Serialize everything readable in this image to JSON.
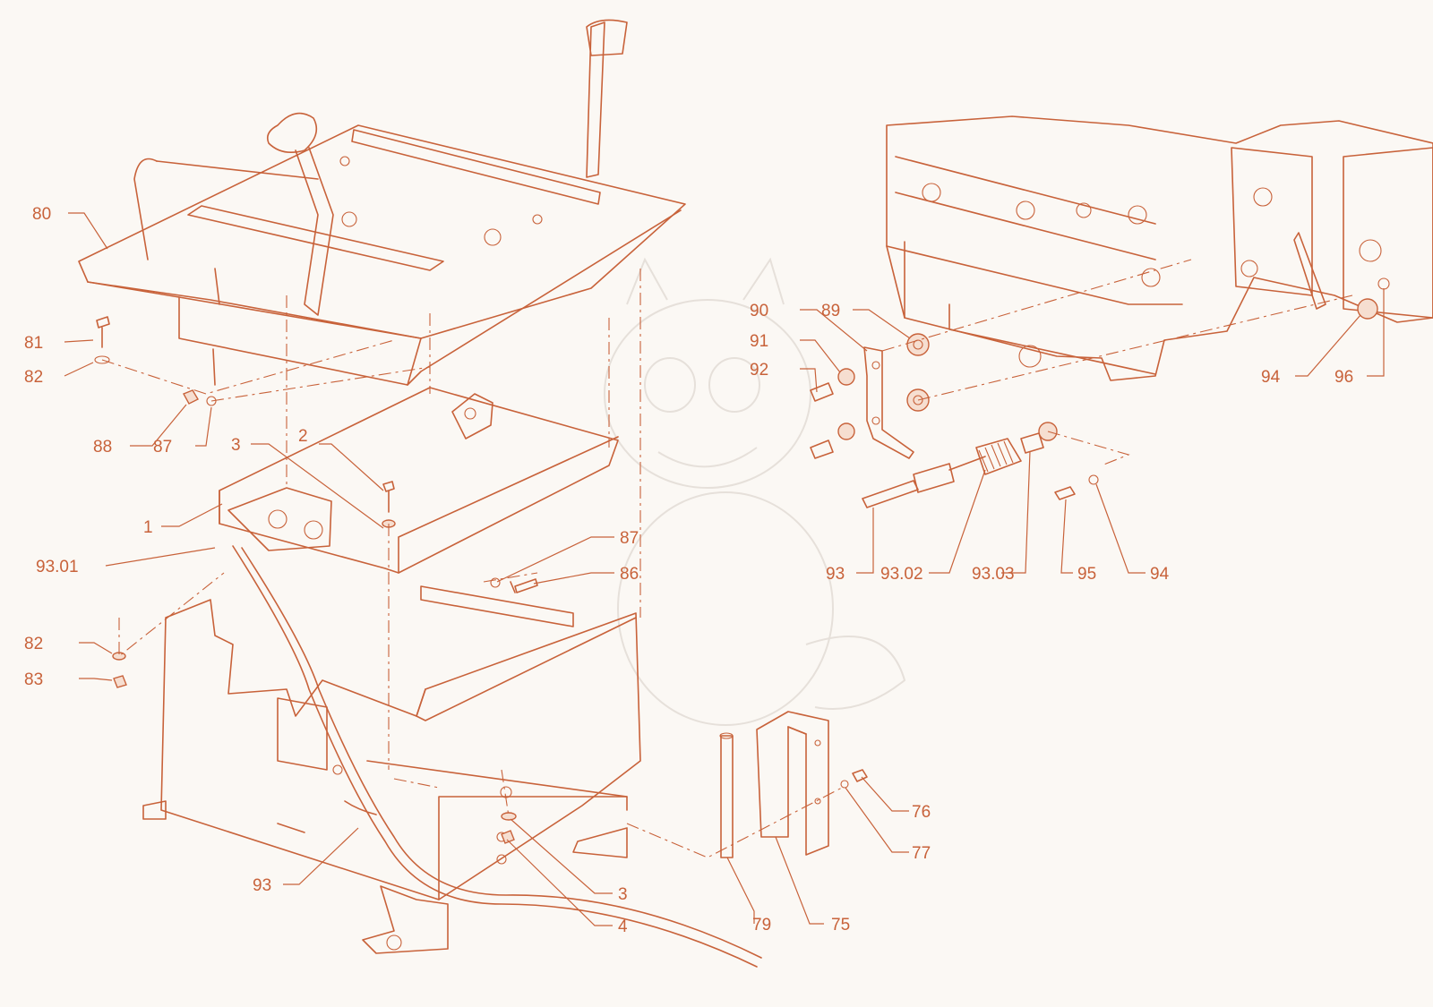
{
  "diagram": {
    "type": "exploded-parts-drawing",
    "line_color": "#c8623a",
    "background_color": "#fbf8f4"
  },
  "callouts": [
    {
      "id": "c80",
      "label": "80"
    },
    {
      "id": "c81",
      "label": "81"
    },
    {
      "id": "c82a",
      "label": "82"
    },
    {
      "id": "c88",
      "label": "88"
    },
    {
      "id": "c87a",
      "label": "87"
    },
    {
      "id": "c3a",
      "label": "3"
    },
    {
      "id": "c2",
      "label": "2"
    },
    {
      "id": "c1",
      "label": "1"
    },
    {
      "id": "c9301",
      "label": "93.01"
    },
    {
      "id": "c87b",
      "label": "87"
    },
    {
      "id": "c86",
      "label": "86"
    },
    {
      "id": "c82b",
      "label": "82"
    },
    {
      "id": "c83",
      "label": "83"
    },
    {
      "id": "c93a",
      "label": "93"
    },
    {
      "id": "c3b",
      "label": "3"
    },
    {
      "id": "c4",
      "label": "4"
    },
    {
      "id": "c79",
      "label": "79"
    },
    {
      "id": "c75",
      "label": "75"
    },
    {
      "id": "c76",
      "label": "76"
    },
    {
      "id": "c77",
      "label": "77"
    },
    {
      "id": "c90",
      "label": "90"
    },
    {
      "id": "c89",
      "label": "89"
    },
    {
      "id": "c91",
      "label": "91"
    },
    {
      "id": "c92",
      "label": "92"
    },
    {
      "id": "c94a",
      "label": "94"
    },
    {
      "id": "c96",
      "label": "96"
    },
    {
      "id": "c93b",
      "label": "93"
    },
    {
      "id": "c9302",
      "label": "93.02"
    },
    {
      "id": "c9303",
      "label": "93.03"
    },
    {
      "id": "c95",
      "label": "95"
    },
    {
      "id": "c94b",
      "label": "94"
    }
  ]
}
